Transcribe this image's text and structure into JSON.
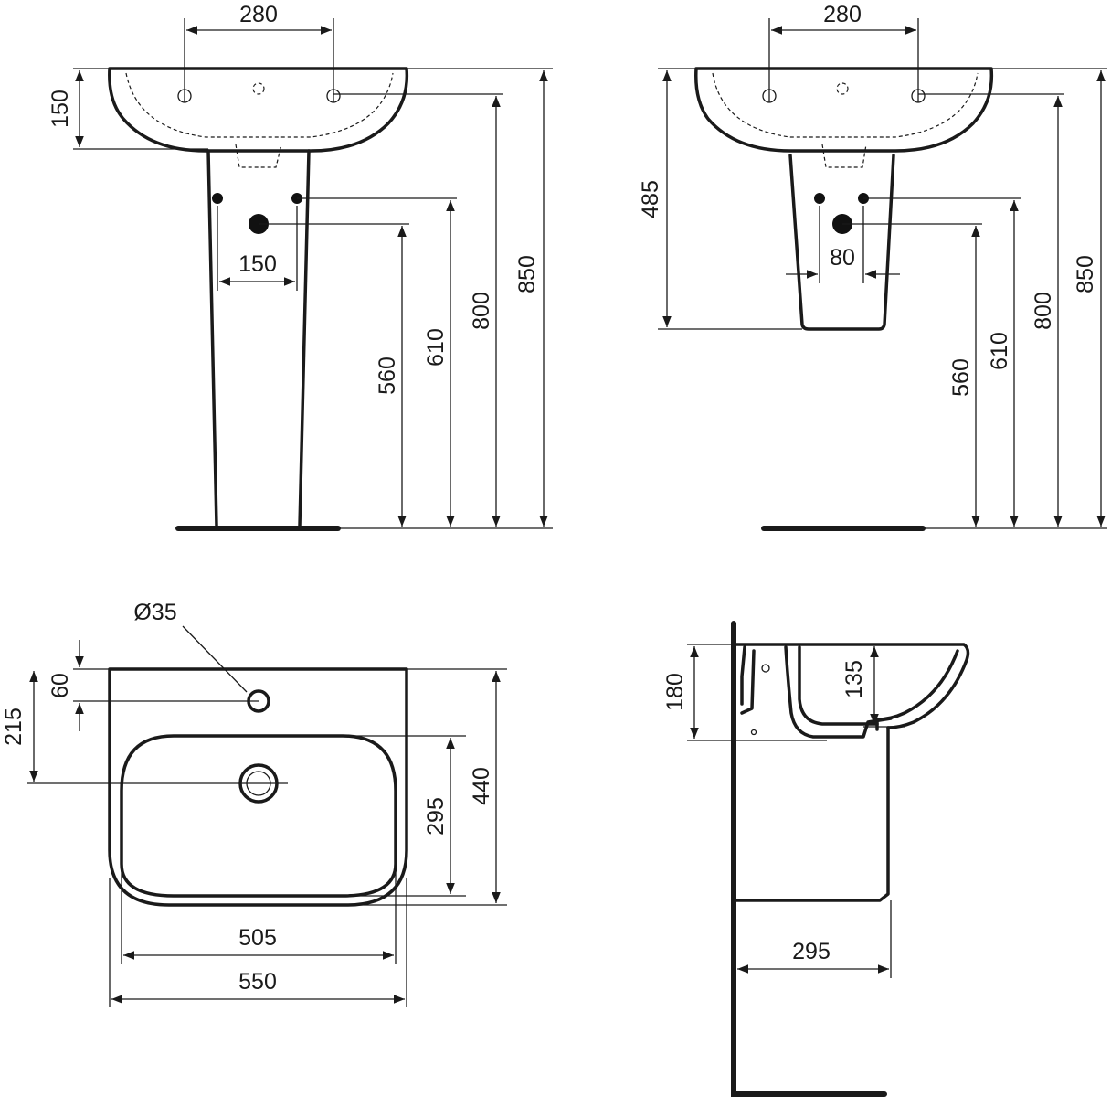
{
  "front_pedestal": {
    "d_taps": "280",
    "d_basin_depth": "150",
    "d_supply": "150",
    "d_waste": "560",
    "d_supply_h": "610",
    "d_rim": "800",
    "d_total": "850"
  },
  "front_semi": {
    "d_taps": "280",
    "d_semi": "485",
    "d_supply": "80",
    "d_waste": "560",
    "d_supply_h": "610",
    "d_rim": "800",
    "d_total": "850"
  },
  "top_view": {
    "d_hole": "Ø35",
    "d_hole_offset": "60",
    "d_drain_offset": "215",
    "d_bowl_depth": "295",
    "d_depth": "440",
    "d_bowl_width": "505",
    "d_width": "550"
  },
  "side_view": {
    "d_height": "180",
    "d_bowl": "135",
    "d_pedestal": "295"
  }
}
